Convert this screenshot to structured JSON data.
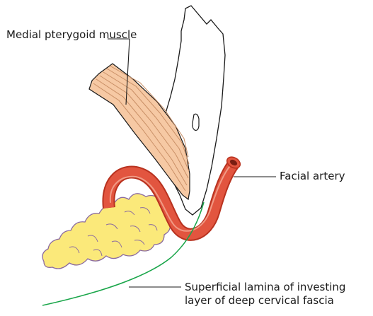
{
  "labels": {
    "medial_pterygoid": "Medial pterygoid muscle",
    "facial_artery": "Facial artery",
    "fascia_line1": "Superficial lamina of investing",
    "fascia_line2": "layer of deep cervical fascia"
  },
  "colors": {
    "outline": "#1a1a1a",
    "tooth_fill": "#ffffff",
    "muscle_fill": "#f6c9a4",
    "muscle_fibre": "#c98f66",
    "artery": "#e2553f",
    "artery_dark": "#b8321f",
    "artery_lumen": "#7a1e12",
    "gland_fill": "#fbe97a",
    "gland_outline": "#8a6aa0",
    "fascia": "#1aa64a"
  }
}
